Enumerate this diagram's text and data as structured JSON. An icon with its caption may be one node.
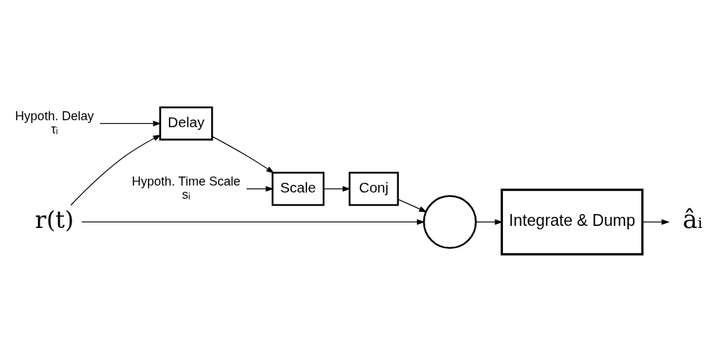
{
  "diagram": {
    "nodes": [
      {
        "text": [
          "Hypoth. Delay",
          "τᵢ"
        ]
      },
      {
        "text": [
          "Hypoth. Time Scale",
          "sᵢ"
        ]
      },
      {
        "text": [
          "r(t)"
        ]
      },
      {
        "text": [
          "Delay"
        ]
      },
      {
        "text": [
          "Scale"
        ]
      },
      {
        "text": [
          "Conj"
        ]
      },
      {
        "text": [],
        "shape": "circle"
      },
      {
        "text": [
          "Integrate & Dump"
        ]
      },
      {
        "text": [
          "âᵢ"
        ]
      }
    ],
    "edges": [
      {
        "from": 0,
        "to": 3,
        "arrow": "to"
      },
      {
        "from": 1,
        "to": 4,
        "arrow": "to"
      },
      {
        "from": 2,
        "to": 3,
        "arrow": "to"
      },
      {
        "from": 2,
        "to": 6,
        "arrow": "to"
      },
      {
        "from": 3,
        "to": 4,
        "arrow": "to"
      },
      {
        "from": 4,
        "to": 5,
        "arrow": "to"
      },
      {
        "from": 5,
        "to": 6,
        "arrow": "to"
      },
      {
        "from": 6,
        "to": 7,
        "arrow": "to"
      },
      {
        "from": 7,
        "to": 8,
        "arrow": "to"
      }
    ]
  }
}
